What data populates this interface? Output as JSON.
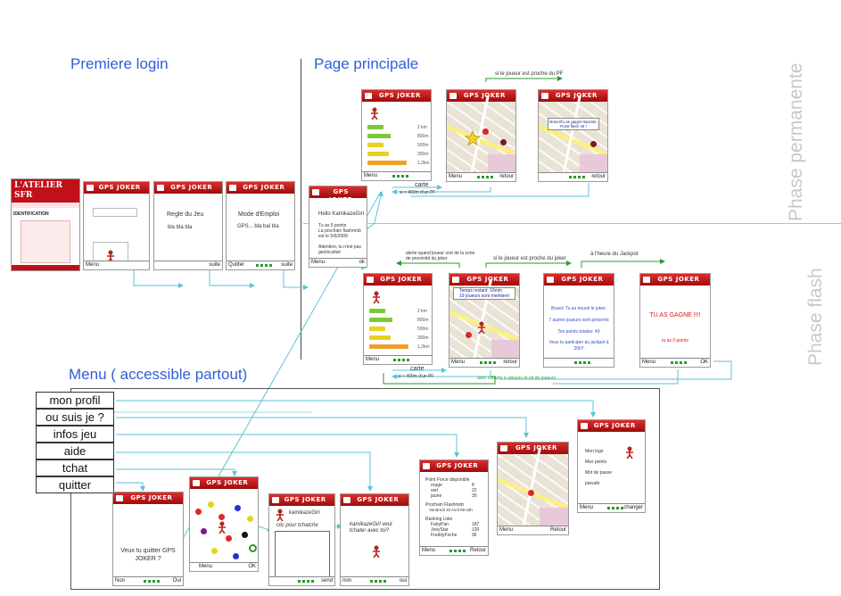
{
  "sections": {
    "premiere_login": "Premiere login",
    "page_principale": "Page principale",
    "menu": "Menu ( accessible partout)",
    "phase_permanente": "Phase permanente",
    "phase_flash": "Phase flash"
  },
  "menu_items": [
    "mon profil",
    "ou suis je ?",
    "infos jeu",
    "aide",
    "tchat",
    "quitter"
  ],
  "app_logo": "GPS JOKER",
  "atelier": {
    "brand": "L'ATELIER SFR",
    "identification": "IDENTIFICATION"
  },
  "login_screens": {
    "s1_footer_left": "Menu",
    "s2_title": "Regle du Jeu",
    "s2_text": "bla bla bla",
    "s2_footer_right": "suite",
    "s3_title": "Mode d'Emploi",
    "s3_text": "GPS... bla bal bla",
    "s3_footer_left": "Quitter",
    "s3_footer_right": "suite"
  },
  "welcome": {
    "greeting": "Hello KamikazeGirl",
    "line1": "Tu as 5 points",
    "line2": "La prochain flashmob",
    "line3": "est le 5/6/2009",
    "line4": "Attention, tu n'est pas",
    "line5": "geolocalisé",
    "footer_left": "Menu",
    "footer_right": "ok"
  },
  "permanent": {
    "arrow_label": "si le joueur est proche du PF",
    "carte_label": "carte",
    "carte_sub": "si < 400m d'un PF",
    "distances": [
      "2 km",
      "800m",
      "500m",
      "300m",
      "1,2km"
    ],
    "card1_footer": "Menu",
    "card2_footer_left": "Menu",
    "card2_footer_right": "retour",
    "card3_footer_right": "retour",
    "bravo": "Bravo!fu as gagné 5points. Point flash 45 !"
  },
  "flash": {
    "alerte": "alerte quand joueur sort de la zone de proximité du joker",
    "proche_joker": "si le joueur est proche du joker",
    "jackpot_time": "à l'heure du Jackpot",
    "temps": "Temps restant: 16min",
    "joueurs": "19 joueurs sont meintient",
    "bravo": "Bravo! Tu as trouvé le joker.",
    "points_presents": "7 autres joueurs sont présents",
    "points_totaux": "Tes points totales: 49",
    "jackpot_q": "Veux tu participer au jackpot à 20h?",
    "gagne": "TU AS GAGNE !!!!",
    "gagne_points": "tu as 0 points",
    "card1_footer": "Menu",
    "card2_footer_left": "Menu",
    "card2_footer_right": "retour",
    "card4_footer_left": "Menu",
    "card4_footer_right": "OK",
    "carte_label": "carte",
    "carte_sub": "si < 400m d'un PF",
    "compte_label": "avec compte à rebours et nb de joueurs"
  },
  "menu_screens": {
    "quit_q": "Veux tu quitter GPS JOKER ?",
    "quit_footer_left": "Non",
    "quit_footer_right": "Oui",
    "map_footer_left": "Menu",
    "map_footer_right": "OK",
    "tchat_user": "kamikazeGirl",
    "tchat_hint": "clic pour tchatche",
    "tchat_footer_right": "send",
    "invite_text": "kamikazeGirl veut tchater avec toi?",
    "invite_footer_left": "non",
    "invite_footer_right": "oui",
    "info_title": "Point Force disponible",
    "info_rows": [
      [
        "rouge",
        "8"
      ],
      [
        "vert",
        "22"
      ],
      [
        "jaune",
        "30"
      ]
    ],
    "info_flash": "Prochain Flashmob",
    "info_flash_date": "Vendredi 16 Avril 08:15h",
    "info_rank": "Ranking Liste",
    "info_ranks": [
      [
        "FabyPan",
        "187"
      ],
      [
        "JoeyStar",
        "120"
      ],
      [
        "FreddyFoche",
        "96"
      ]
    ],
    "info_footer_left": "Menu",
    "info_footer_right": "Retour",
    "map2_footer_left": "Menu",
    "map2_footer_right": "Retour",
    "profil_items": [
      "Mon logo",
      "Mes points",
      "Mot de passe",
      "pseudo"
    ],
    "profil_footer_left": "Menu",
    "profil_footer_right": "changer"
  },
  "colors": {
    "header_red": "#c0101a",
    "arrow_blue": "#5bc3d6",
    "arrow_green": "#2a9a2a",
    "title_blue": "#2f5fd6",
    "bar_green": "#7ec837",
    "bar_yellow": "#e8d21d",
    "bar_orange": "#f0a02a"
  }
}
